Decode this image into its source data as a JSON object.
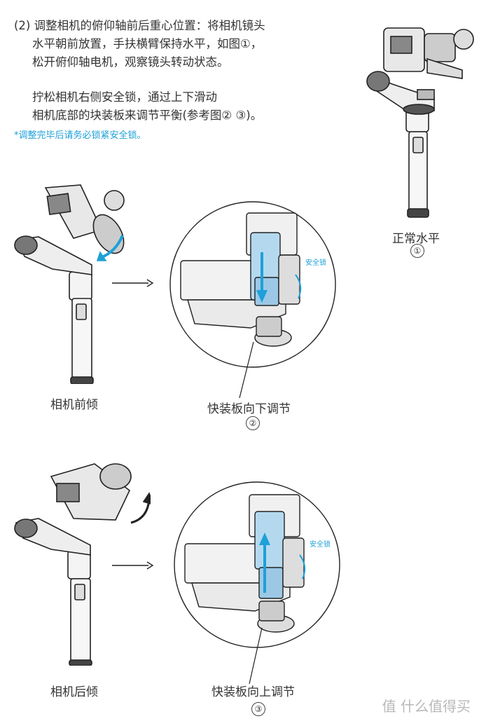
{
  "instructions": {
    "line1": "(2) 调整相机的俯仰轴前后重心位置：将相机镜头",
    "line2": "水平朝前放置，手扶横臂保持水平，如图①，",
    "line3": "松开俯仰轴电机，观察镜头转动状态。",
    "line4": "拧松相机右侧安全锁，通过上下滑动",
    "line5": "相机底部的块装板来调节平衡(参考图② ③)。",
    "note": "*调整完毕后请务必锁紧安全锁。"
  },
  "figures": {
    "fig1": {
      "caption": "正常水平",
      "num": "①"
    },
    "fig_forward": {
      "caption": "相机前倾"
    },
    "fig2": {
      "caption": "快装板向下调节",
      "num": "②",
      "lock_label": "安全锁"
    },
    "fig_back": {
      "caption": "相机后倾"
    },
    "fig3": {
      "caption": "快装板向上调节",
      "num": "③",
      "lock_label": "安全锁"
    }
  },
  "watermark": "值 什么值得买",
  "colors": {
    "accent": "#1ea0d8",
    "line": "#222222"
  }
}
